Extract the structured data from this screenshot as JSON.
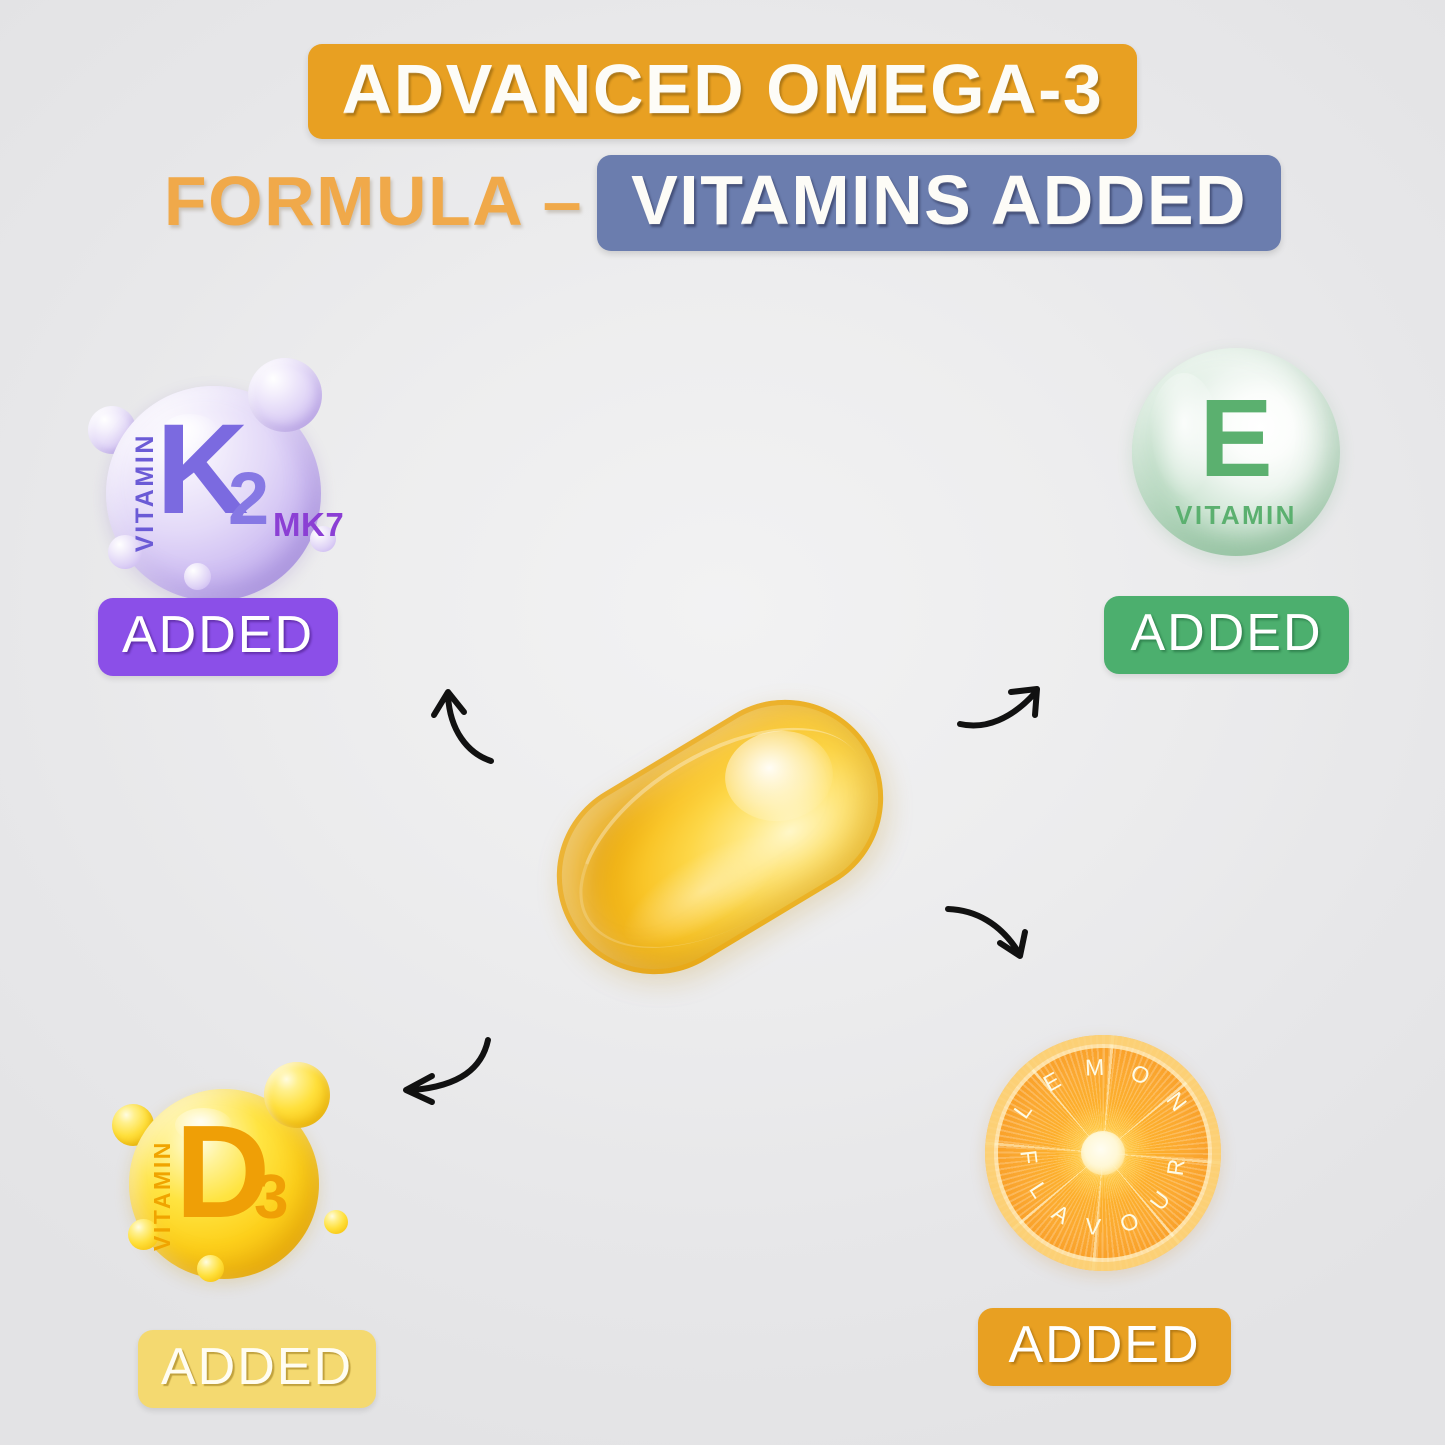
{
  "title": {
    "line1": "ADVANCED OMEGA-3",
    "line2_plain": "FORMULA –",
    "line2_badge": "VITAMINS ADDED"
  },
  "colors": {
    "orange": "#e8a022",
    "orange_text": "#f0a94a",
    "blue": "#6b7dae",
    "purple": "#8b4fe8",
    "green": "#4caf6e",
    "yellow": "#f4d970",
    "background": "#ededee"
  },
  "ingredients": [
    {
      "id": "vitamin-k2",
      "vitamin_label": "VITAMIN",
      "letter": "K",
      "subscript": "2",
      "suffix": "MK7",
      "badge": "ADDED",
      "badge_color": "#8b4fe8"
    },
    {
      "id": "vitamin-e",
      "letter": "E",
      "vitamin_label": "VITAMIN",
      "badge": "ADDED",
      "badge_color": "#4caf6e"
    },
    {
      "id": "vitamin-d3",
      "vitamin_label": "VITAMIN",
      "letter": "D",
      "subscript": "3",
      "badge": "ADDED",
      "badge_color": "#f4d970"
    },
    {
      "id": "lemon-flavour",
      "arc_top": "L E M O N",
      "arc_bottom": "F L A V O U R",
      "badge": "ADDED",
      "badge_color": "#e8a022"
    }
  ],
  "center": {
    "product": "omega-3 softgel capsule"
  },
  "arrows": [
    {
      "id": "arrow-top-left",
      "direction": "up-left"
    },
    {
      "id": "arrow-top-right",
      "direction": "up-right"
    },
    {
      "id": "arrow-bottom-right",
      "direction": "down-right"
    },
    {
      "id": "arrow-bottom-left",
      "direction": "down-left"
    }
  ]
}
